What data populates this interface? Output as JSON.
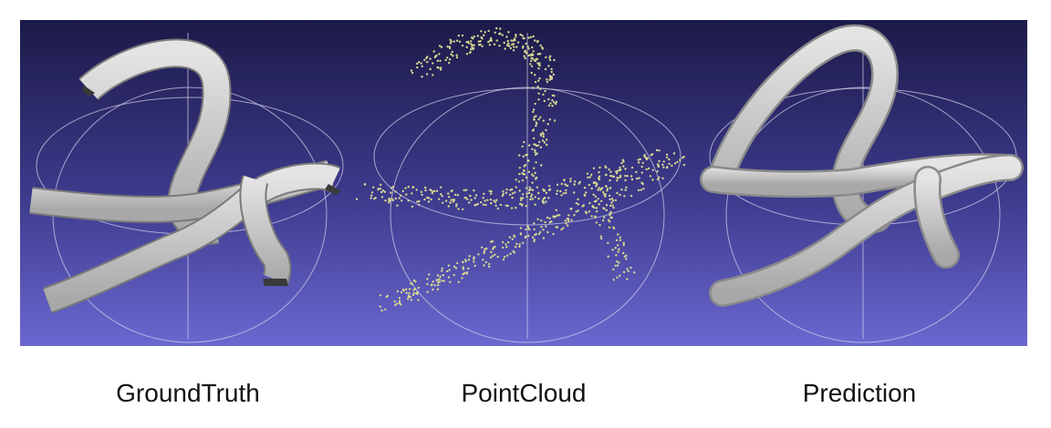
{
  "captions": {
    "ground_truth": "GroundTruth",
    "point_cloud": "PointCloud",
    "prediction": "Prediction"
  },
  "colors": {
    "background_top": "#1c1a48",
    "background_bottom": "#6a68d0",
    "mesh": "#c8c8c8",
    "mesh_shadow": "#7a7a7a",
    "points": "#d8d890",
    "guides": "#d6d6ee"
  }
}
